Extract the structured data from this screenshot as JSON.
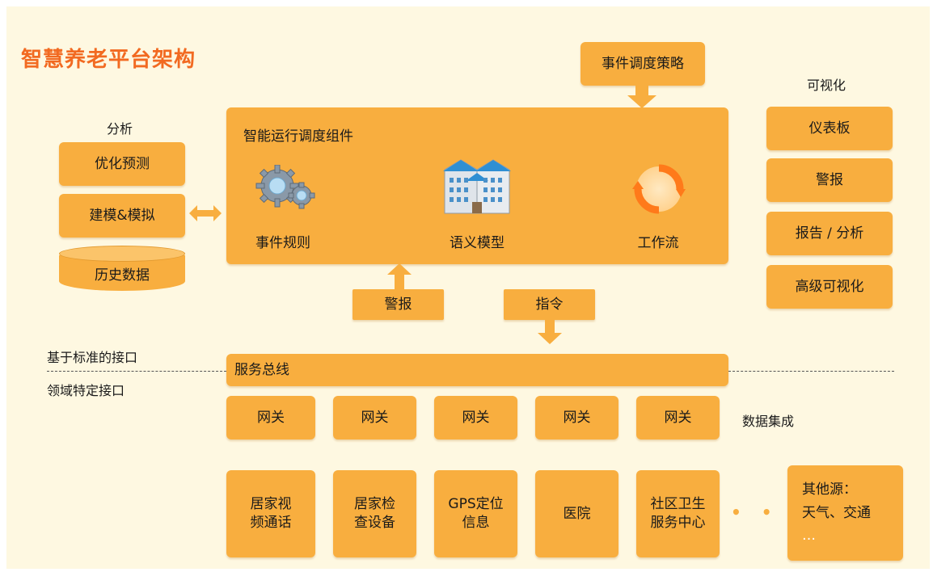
{
  "title": "智慧养老平台架构",
  "strategy_label": "事件调度策略",
  "analysis": {
    "header": "分析",
    "items": [
      "优化预测",
      "建模&模拟"
    ],
    "history": "历史数据"
  },
  "core": {
    "title": "智能运行调度组件",
    "components": [
      {
        "label": "事件规则",
        "icon": "gears-icon"
      },
      {
        "label": "语义模型",
        "icon": "building-icon"
      },
      {
        "label": "工作流",
        "icon": "cycle-icon"
      }
    ]
  },
  "visualization": {
    "header": "可视化",
    "items": [
      "仪表板",
      "警报",
      "报告 / 分析",
      "高级可视化"
    ]
  },
  "alarm_label": "警报",
  "command_label": "指令",
  "interfaces": {
    "standard": "基于标准的接口",
    "domain": "领域特定接口"
  },
  "bus_label": "服务总线",
  "gateways": [
    "网关",
    "网关",
    "网关",
    "网关",
    "网关"
  ],
  "data_integration": "数据集成",
  "sources": [
    "居家视\n频通话",
    "居家检\n查设备",
    "GPS定位\n信息",
    "医院",
    "社区卫生\n服务中心"
  ],
  "ellipsis": "• • •",
  "other_sources": {
    "line1": "其他源：",
    "line2": "天气、交通",
    "line3": "…"
  },
  "colors": {
    "background": "#FEF8E1",
    "box": "#F8AE3F",
    "title": "#F26A21"
  }
}
